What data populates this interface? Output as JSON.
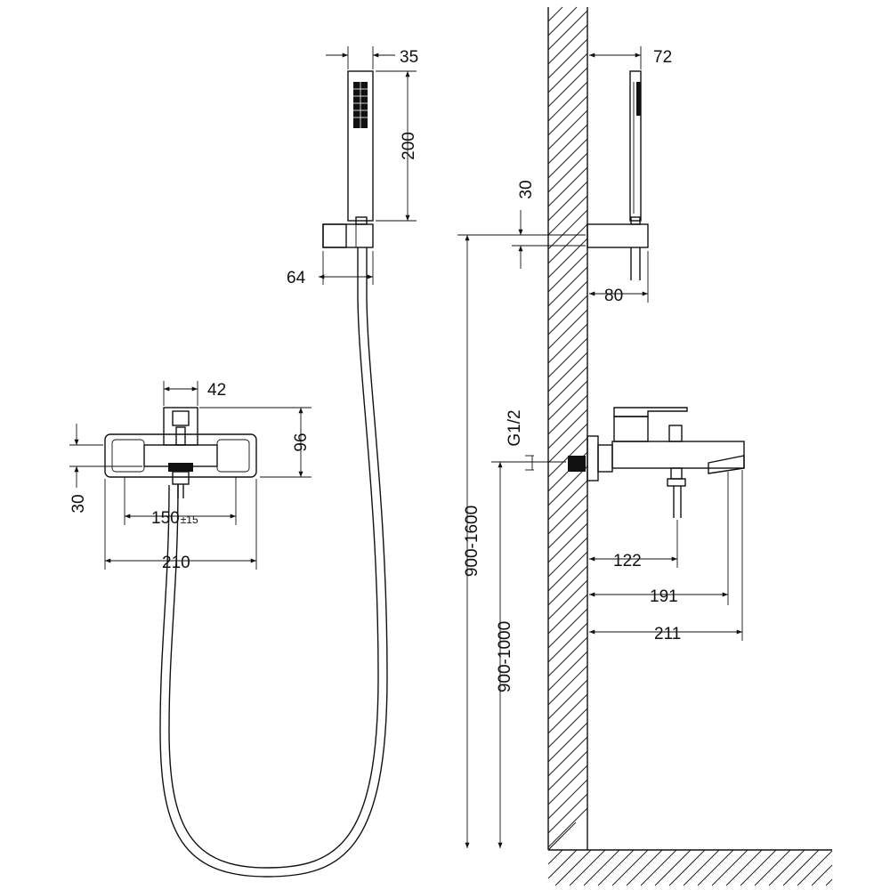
{
  "front_view": {
    "handshower_width": "35",
    "handshower_length": "200",
    "holder_width": "64",
    "handle_width": "42",
    "body_height": "96",
    "outlet_offset": "30",
    "centers": "150",
    "centers_tolerance": "±15",
    "overall_width": "210"
  },
  "side_view": {
    "handshower_depth": "72",
    "holder_thickness": "30",
    "holder_depth": "80",
    "thread": "G1/2",
    "holder_height": "900-1600",
    "mixer_height": "900-1000",
    "handle_depth": "122",
    "spout_depth": "191",
    "overall_depth": "211"
  }
}
